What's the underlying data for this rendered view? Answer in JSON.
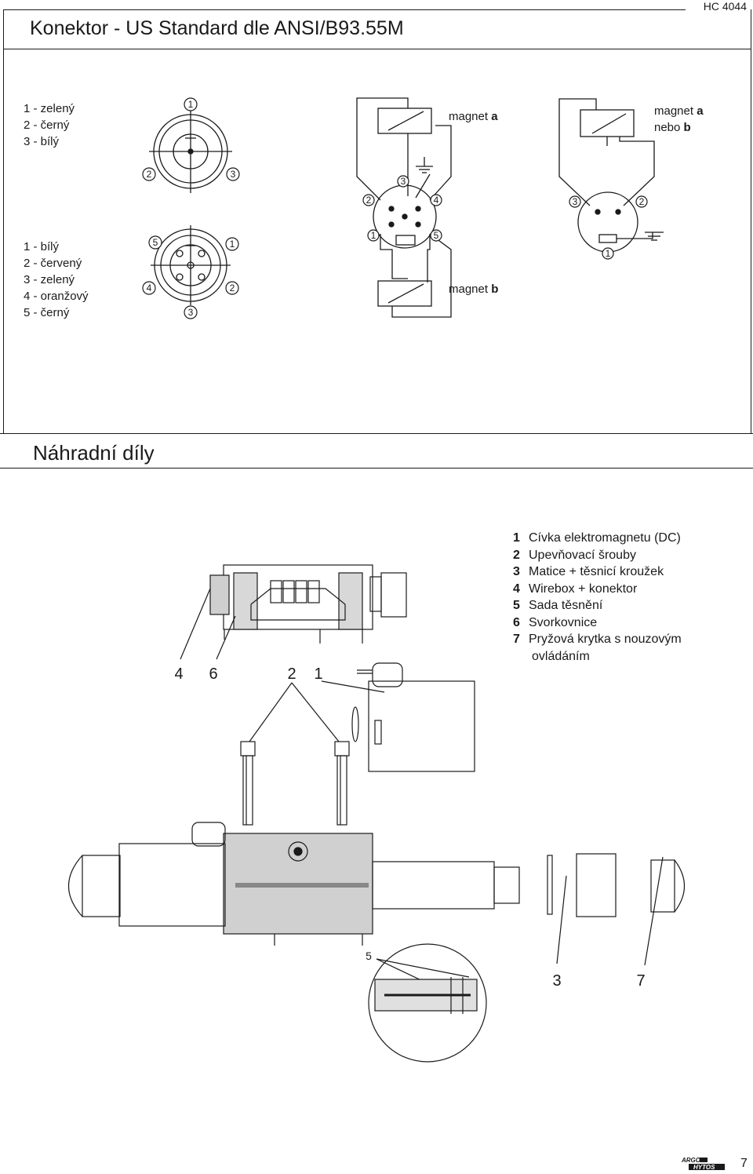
{
  "header": {
    "title": "Konektor - US Standard dle ANSI/B93.55M",
    "code": "HC 4044"
  },
  "connector3": {
    "wires": [
      "1 - zelený",
      "2 - černý",
      "3 - bílý"
    ],
    "pins": [
      "1",
      "2",
      "3"
    ]
  },
  "connector5": {
    "wires": [
      "1 - bílý",
      "2 - červený",
      "3 - zelený",
      "4 - oranžový",
      "5 - černý"
    ],
    "pins": [
      "1",
      "2",
      "3",
      "4",
      "5"
    ]
  },
  "schematics": {
    "magnet_a_prefix": "magnet ",
    "magnet_a_letter": "a",
    "magnet_b_prefix": "magnet ",
    "magnet_b_letter": "b",
    "magnet_ab_line1_prefix": "magnet ",
    "magnet_ab_line1_letter": "a",
    "magnet_ab_line2_prefix": "nebo ",
    "magnet_ab_line2_letter": "b",
    "pins_5pole": [
      "1",
      "2",
      "3",
      "4",
      "5"
    ],
    "pins_3pole": [
      "1",
      "2",
      "3"
    ]
  },
  "spare_parts": {
    "title": "Náhradní díly",
    "items": [
      {
        "num": "1",
        "text": "Cívka elektromagnetu (DC)"
      },
      {
        "num": "2",
        "text": "Upevňovací šrouby"
      },
      {
        "num": "3",
        "text": "Matice + těsnicí kroužek"
      },
      {
        "num": "4",
        "text": "Wirebox + konektor"
      },
      {
        "num": "5",
        "text": "Sada těsnění"
      },
      {
        "num": "6",
        "text": "Svorkovnice"
      },
      {
        "num": "7",
        "text": "Pryžová krytka s nouzovým"
      }
    ],
    "item7_cont": "ovládáním",
    "callouts": {
      "c4": "4",
      "c6": "6",
      "c2": "2",
      "c1": "1",
      "c5": "5",
      "c3": "3",
      "c7": "7"
    }
  },
  "footer": {
    "logo_top": "ARGO",
    "logo_bottom": "HYTOS",
    "page": "7"
  }
}
